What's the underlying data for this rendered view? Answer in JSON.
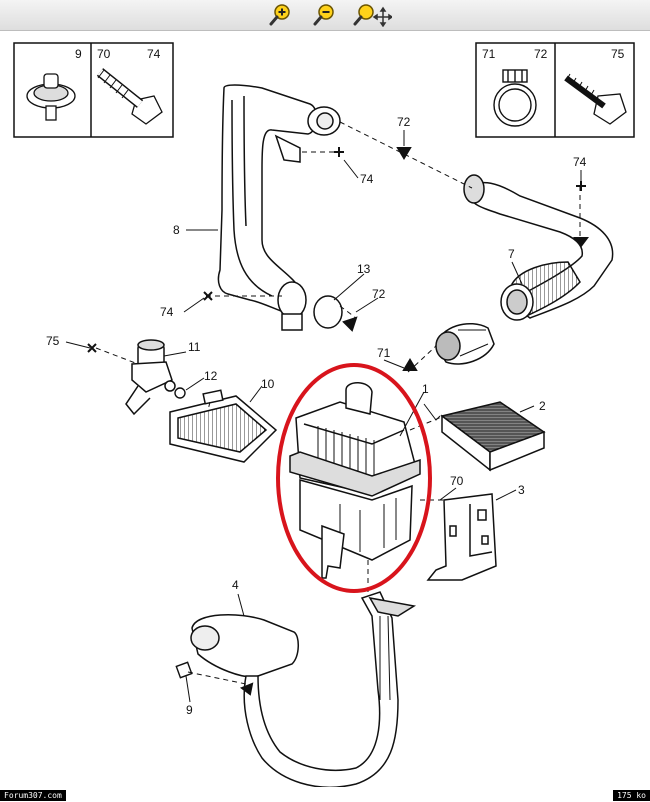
{
  "toolbar": {
    "tools": [
      {
        "name": "zoom-in-icon",
        "glyph": "+"
      },
      {
        "name": "zoom-out-icon",
        "glyph": "-"
      },
      {
        "name": "zoom-fit-icon",
        "glyph": ""
      }
    ],
    "accent": "#e8b800"
  },
  "boxes": {
    "left": {
      "labels": [
        "9",
        "70",
        "74"
      ]
    },
    "right": {
      "labels": [
        "71",
        "72",
        "75"
      ]
    }
  },
  "callouts": {
    "c8": "8",
    "c74a": "74",
    "c72a": "72",
    "c74b": "74",
    "c7": "7",
    "c13": "13",
    "c72b": "72",
    "c74c": "74",
    "c75": "75",
    "c11": "11",
    "c71": "71",
    "c12": "12",
    "c10": "10",
    "c1": "1",
    "c2": "2",
    "c70": "70",
    "c3": "3",
    "c4": "4",
    "c9": "9"
  },
  "highlight_color": "#d8141c",
  "footer": {
    "site": "Forum307.com",
    "size": "175 ko"
  }
}
